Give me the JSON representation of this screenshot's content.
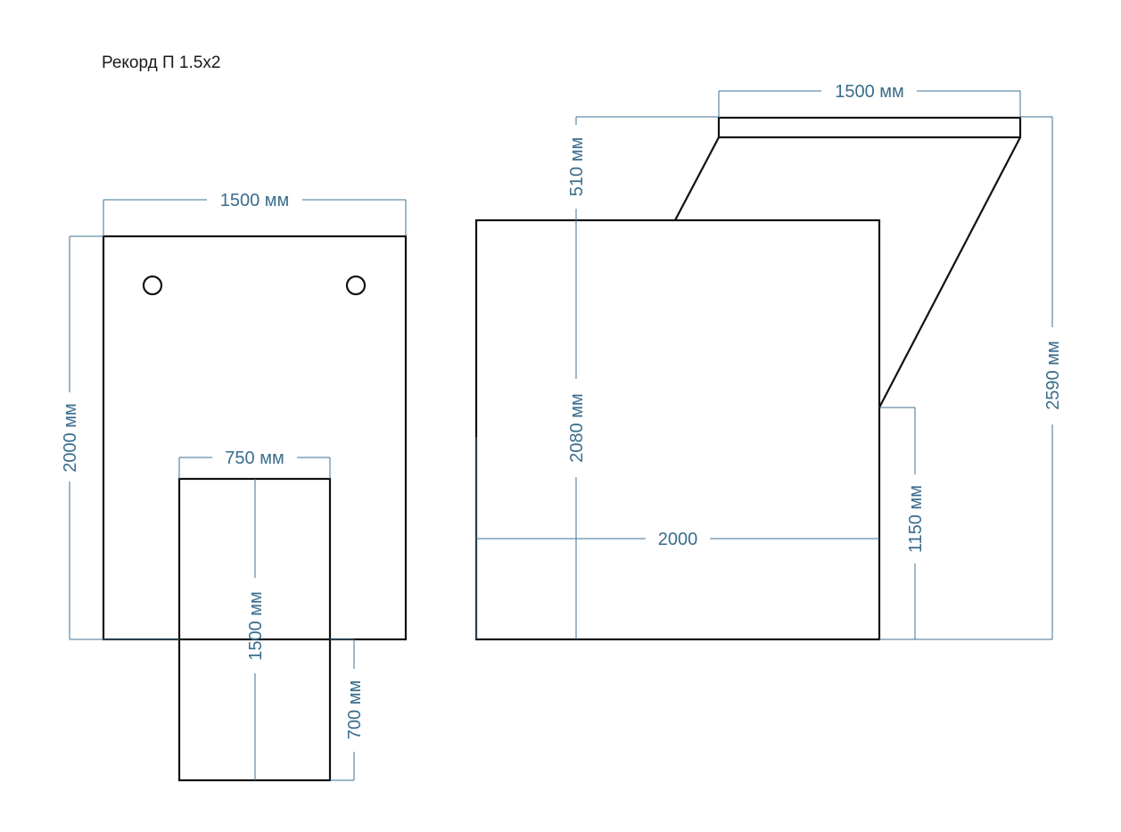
{
  "title": "Рекорд П 1.5х2",
  "front_view": {
    "width_label": "1500 мм",
    "height_label": "2000 мм",
    "slide_width_label": "750 мм",
    "slide_length_label": "1500 мм",
    "slide_overhang_label": "700 мм"
  },
  "side_view": {
    "roof_width_label": "1500 мм",
    "roof_height_label": "510 мм",
    "body_height_label": "2080 мм",
    "total_height_label": "2590 мм",
    "lower_height_label": "1150 мм",
    "depth_label": "2000"
  },
  "colors": {
    "outline": "#111111",
    "dimension": "#3a6d8c"
  }
}
